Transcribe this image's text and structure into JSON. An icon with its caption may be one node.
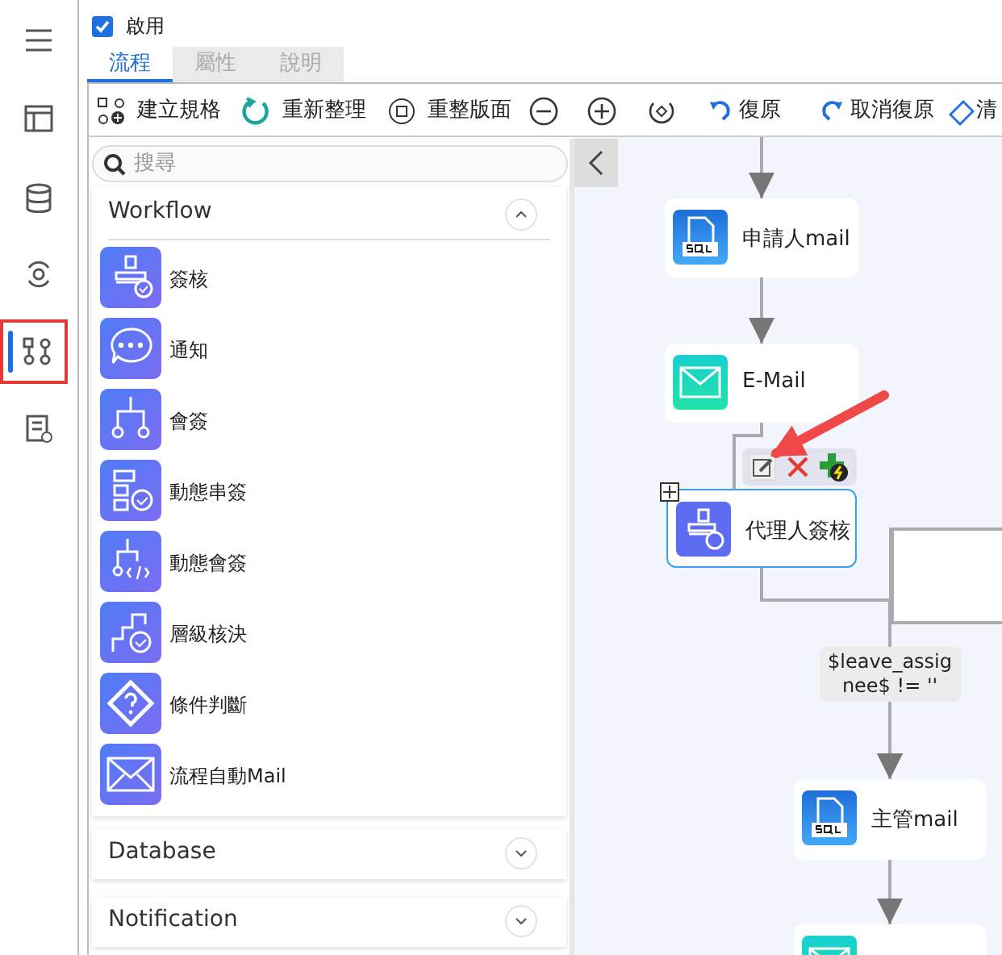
{
  "diagram": {
    "nodes": [
      {
        "text": [
          "申請人mail"
        ]
      },
      {
        "text": [
          "E-Mail"
        ]
      },
      {
        "text": [
          "代理人簽核"
        ]
      },
      {
        "text": [
          "主管mail"
        ]
      },
      {
        "text": [],
        "shape": "box"
      },
      {
        "text": [],
        "shape": "box"
      },
      {
        "text": [],
        "shape": "picture"
      }
    ],
    "edges": [
      {
        "from": null,
        "to": 0,
        "arrow": "to"
      },
      {
        "from": 0,
        "to": 1,
        "arrow": "to"
      },
      {
        "from": 1,
        "to": 2,
        "arrow": "none"
      },
      {
        "from": 2,
        "to": 3,
        "arrow": "to",
        "label": "$leave_assignee$ != ''"
      },
      {
        "from": 5,
        "to": 3,
        "arrow": "to"
      },
      {
        "from": 3,
        "to": 4,
        "arrow": "to"
      },
      {
        "from": null,
        "to": 6,
        "arrow": "to",
        "style": "thick",
        "color": "#f04848"
      }
    ],
    "labels": [
      "啟用",
      "流程",
      "屬性",
      "說明",
      "建立規格",
      "重新整理",
      "重整版面",
      "復原",
      "取消復原",
      "清",
      "搜尋",
      "Workflow",
      "簽核",
      "通知",
      "會簽",
      "動態串簽",
      "動態會簽",
      "層級核決",
      "條件判斷",
      "流程自動Mail",
      "Database",
      "Notification"
    ]
  }
}
